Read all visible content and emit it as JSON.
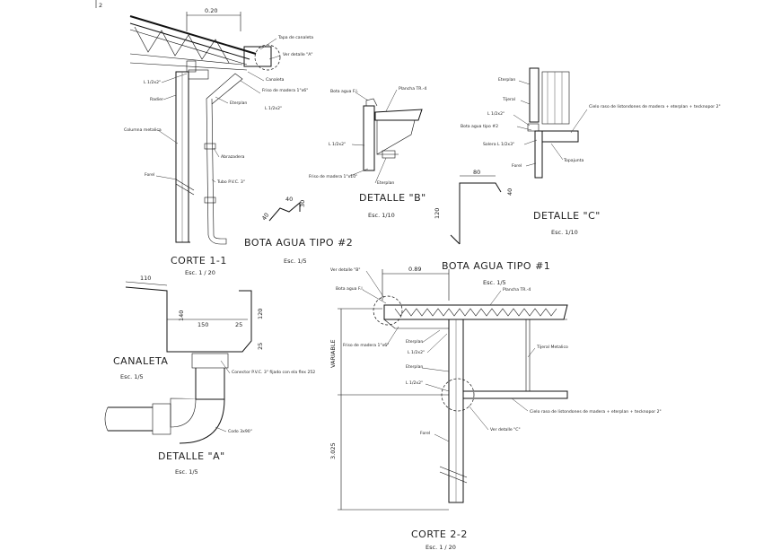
{
  "sheet_mark": "2",
  "corte_1_1": {
    "title": "CORTE 1-1",
    "scale": "Esc. 1 / 20",
    "dim_top": "0.20",
    "labels": {
      "tapa_canaleta": "Tapa de canaleta",
      "ver_detalle_a": "Ver detalle \"A\"",
      "canaleta": "Canaleta",
      "l_top": "L 1/2x2\"",
      "friso": "Friso de madera 1\"x6\"",
      "radier": "Radier",
      "eternit": "Eterplan",
      "l_bottom": "L 1/2x2\"",
      "columna": "Columna metalica",
      "abrazadera": "Abrazadera",
      "forel": "Forel",
      "tubo_pvc": "Tubo P.V.C. 3\""
    }
  },
  "bota_agua_2": {
    "title": "BOTA AGUA TIPO #2",
    "scale": "Esc. 1/5",
    "dims": [
      "40",
      "30",
      "40"
    ]
  },
  "detalle_b": {
    "title": "DETALLE \"B\"",
    "scale": "Esc. 1/10",
    "labels": {
      "bota_agua": "Bota agua F.l.",
      "plancha": "Plancha TR.-4",
      "l": "L 1/2x2\"",
      "friso": "Friso de madera 1\"x10\"",
      "eterplan": "Eterplan"
    }
  },
  "detalle_c": {
    "title": "DETALLE \"C\"",
    "scale": "Esc. 1/10",
    "labels": {
      "eterplan": "Eterplan",
      "tijeral": "Tijeral",
      "l": "L 1/2x2\"",
      "bota_agua": "Bota agua tipo #2",
      "solera": "Solera L 1/2x3\"",
      "forel": "Forel",
      "topajuntas": "Topajunta",
      "cielo": "Cielo raso de listondones de madera + eterplan + tecknopor 2\""
    }
  },
  "bota_agua_1": {
    "title": "BOTA AGUA TIPO #1",
    "scale": "Esc. 1/5",
    "dims": [
      "80",
      "40",
      "120"
    ]
  },
  "canaleta": {
    "title": "CANALETA",
    "scale": "Esc. 1/5",
    "dims": [
      "110",
      "140",
      "150",
      "25",
      "120",
      "25"
    ]
  },
  "detalle_a": {
    "title": "DETALLE \"A\"",
    "scale": "Esc. 1/5",
    "labels": {
      "conector": "Conector P.V.C. 3\" fijado con ela flex 252",
      "codo": "Codo 3x90\""
    }
  },
  "corte_2_2": {
    "title": "CORTE 2-2",
    "scale": "Esc. 1 / 20",
    "dims": {
      "top": "0.89",
      "variable": "VARIABLE",
      "height": "3.025"
    },
    "labels": {
      "ver_detalle_b": "Ver detalle \"B\"",
      "bota_agua": "Bota agua F.l.",
      "plancha": "Plancha TR.-4",
      "friso": "Friso de madera 1\"x6\"",
      "eterplan1": "Eterplan",
      "l_top": "L 1/2x2\"",
      "eterplan2": "Eterplan",
      "l_bottom": "L 1/2x2\"",
      "forel": "Forel",
      "tijeral": "Tijeral Metalico",
      "cielo": "Cielo raso de listondones de madera + eterplan + tecknopor 2\"",
      "ver_detalle_c": "Ver detalle \"C\""
    }
  }
}
